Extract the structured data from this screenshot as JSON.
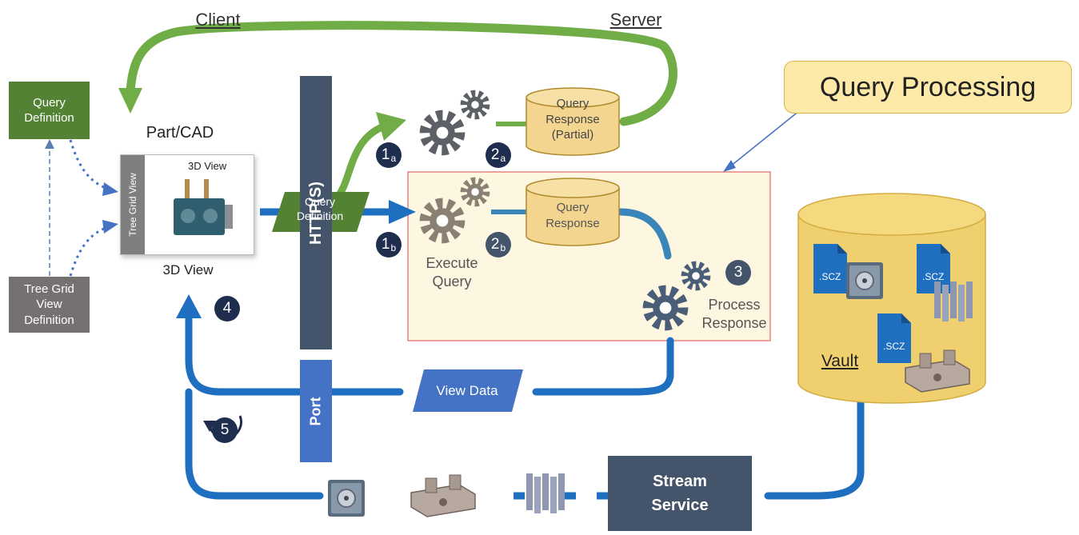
{
  "header": {
    "client_label": "Client",
    "server_label": "Server"
  },
  "callout": {
    "title": "Query Processing"
  },
  "left": {
    "query_definition": "Query\nDefinition",
    "tree_grid_view_definition": "Tree Grid\nView\nDefinition",
    "part_cad": "Part/CAD",
    "tree_grid_view_tab": "Tree Grid View",
    "inner_3d_view": "3D View",
    "view_3d_caption": "3D View"
  },
  "transport": {
    "http_label": "HTTP(S)",
    "port_label": "Port"
  },
  "flow": {
    "query_definition_tag": "Query\nDefinition",
    "view_data_tag": "View Data",
    "query_response_partial": "Query\nResponse\n(Partial)",
    "query_response": "Query\nResponse",
    "execute_query": "Execute\nQuery",
    "process_response": "Process\nResponse",
    "stream_service": "Stream\nService"
  },
  "steps": {
    "s1a_num": "1",
    "s1a_sub": "a",
    "s1b_num": "1",
    "s1b_sub": "b",
    "s2a_num": "2",
    "s2a_sub": "a",
    "s2b_num": "2",
    "s2b_sub": "b",
    "s3": "3",
    "s4": "4",
    "s5": "5"
  },
  "vault": {
    "label": "Vault",
    "file_ext": ".SCZ"
  },
  "colors": {
    "green": "#70ad47",
    "blue": "#1f6fc1",
    "teal": "#3a86b8",
    "dark_bar": "#44546a",
    "callout_fill": "#fdeaa8",
    "db_fill": "#f3d590",
    "processing_fill": "#fdf6e0",
    "processing_border": "#e06666"
  },
  "icons": [
    "gear-icon",
    "database-icon",
    "stepper-motor-icon",
    "heatsink-icon",
    "bracket-icon",
    "document-icon",
    "refresh-icon"
  ]
}
